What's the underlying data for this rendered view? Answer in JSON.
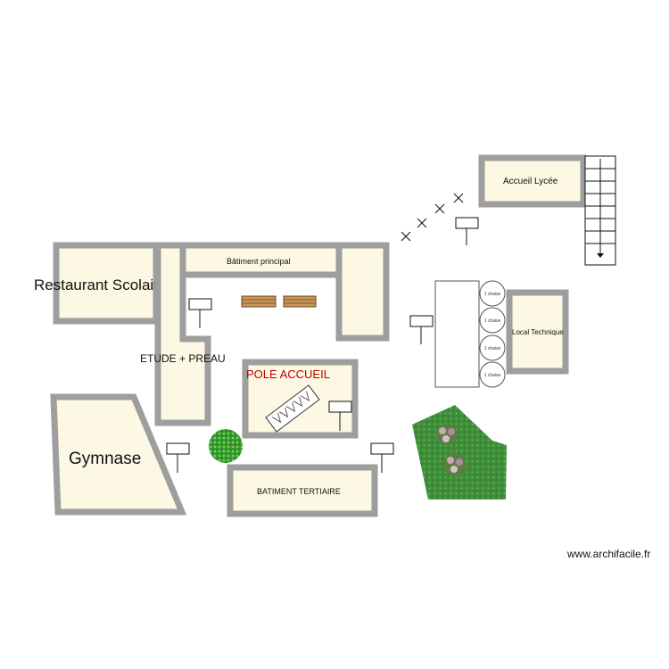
{
  "rooms": {
    "restaurant": "Restaurant Scolaire",
    "batiment_principal": "Bâtiment principal",
    "etude_preau": "ETUDE + PREAU",
    "pole_accueil": "POLE ACCUEIL",
    "gymnase": "Gymnase",
    "batiment_tertiaire": "BATIMENT TERTIAIRE",
    "accueil_lycee": "Accueil Lycée",
    "local_technique": "Local Technique"
  },
  "chairs": [
    "1 chaise",
    "1 chaise",
    "1 chaise",
    "1 chaise"
  ],
  "watermark": "www.archifacile.fr",
  "colors": {
    "room_fill": "#fcf8e3",
    "wall": "#9e9e9e",
    "pole_accueil_label": "#c00000",
    "garden": "#3f8f3a",
    "tree": "#3aa12f"
  }
}
